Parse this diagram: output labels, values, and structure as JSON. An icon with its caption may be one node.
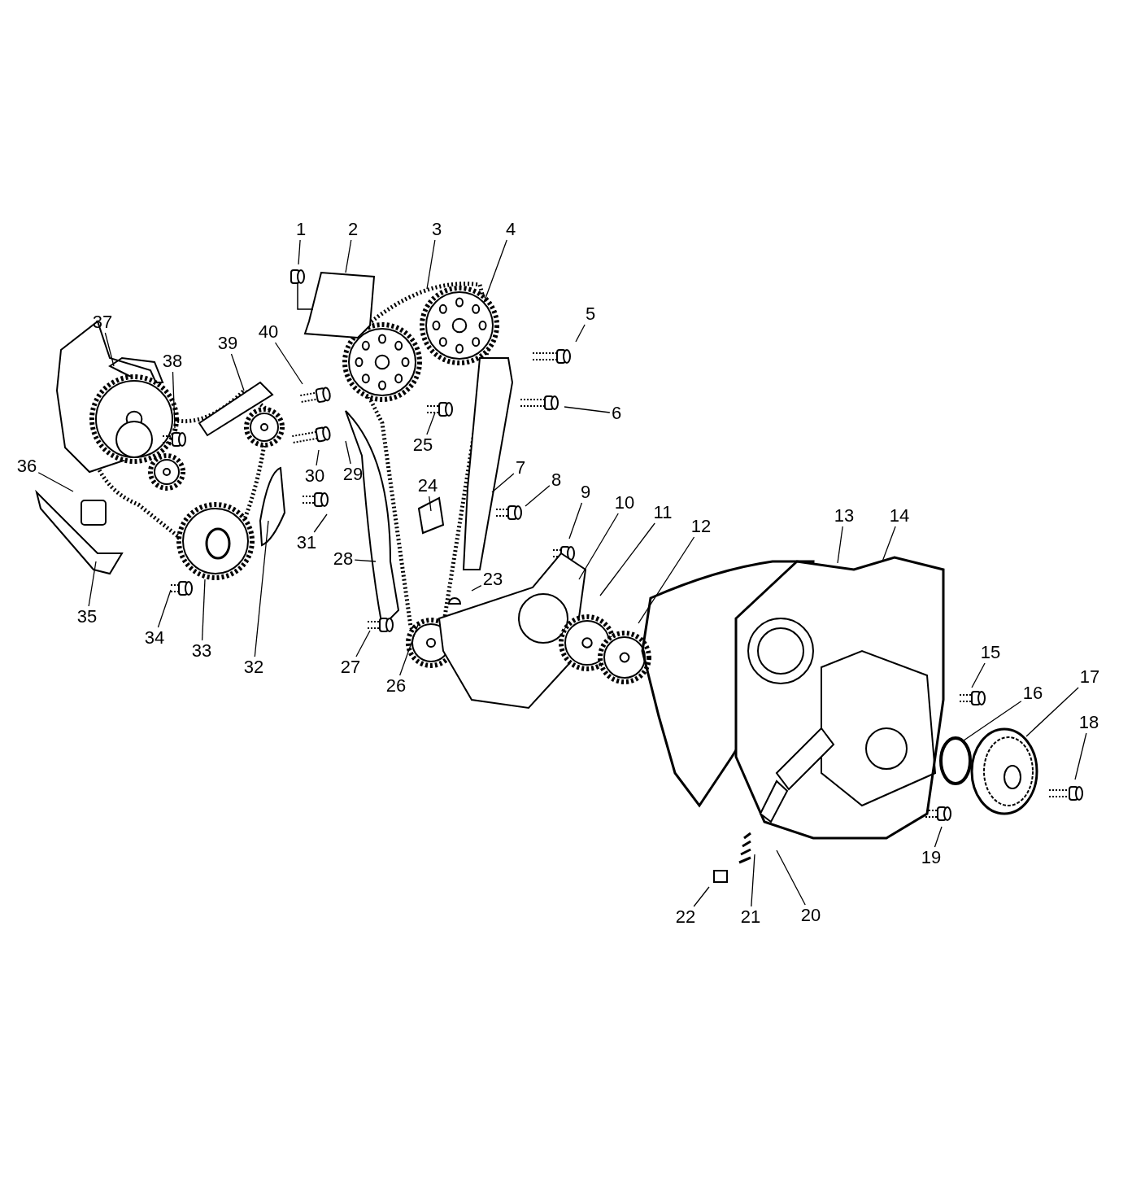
{
  "diagram": {
    "nodes": [
      {
        "text": [
          "1"
        ]
      },
      {
        "text": [
          "2"
        ]
      },
      {
        "text": [
          "3"
        ]
      },
      {
        "text": [
          "4"
        ]
      },
      {
        "text": [
          "5"
        ]
      },
      {
        "text": [
          "6"
        ]
      },
      {
        "text": [
          "7"
        ]
      },
      {
        "text": [
          "8"
        ]
      },
      {
        "text": [
          "9"
        ]
      },
      {
        "text": [
          "10"
        ]
      },
      {
        "text": [
          "11"
        ]
      },
      {
        "text": [
          "12"
        ]
      },
      {
        "text": [
          "13"
        ]
      },
      {
        "text": [
          "14"
        ]
      },
      {
        "text": [
          "15"
        ]
      },
      {
        "text": [
          "16"
        ]
      },
      {
        "text": [
          "17"
        ]
      },
      {
        "text": [
          "18"
        ]
      },
      {
        "text": [
          "19"
        ]
      },
      {
        "text": [
          "20"
        ]
      },
      {
        "text": [
          "21"
        ]
      },
      {
        "text": [
          "22"
        ]
      },
      {
        "text": [
          "23"
        ]
      },
      {
        "text": [
          "24"
        ]
      },
      {
        "text": [
          "25"
        ]
      },
      {
        "text": [
          "26"
        ]
      },
      {
        "text": [
          "27"
        ]
      },
      {
        "text": [
          "28"
        ]
      },
      {
        "text": [
          "29"
        ]
      },
      {
        "text": [
          "30"
        ]
      },
      {
        "text": [
          "31"
        ]
      },
      {
        "text": [
          "32"
        ]
      },
      {
        "text": [
          "33"
        ]
      },
      {
        "text": [
          "34"
        ]
      },
      {
        "text": [
          "35"
        ]
      },
      {
        "text": [
          "36"
        ]
      },
      {
        "text": [
          "37"
        ]
      },
      {
        "text": [
          "38"
        ]
      },
      {
        "text": [
          "39"
        ]
      },
      {
        "text": [
          "40"
        ]
      }
    ],
    "edges": [
      {
        "from": 0,
        "to": null,
        "arrow": "none"
      },
      {
        "from": 1,
        "to": null,
        "arrow": "none"
      },
      {
        "from": 2,
        "to": null,
        "arrow": "none"
      },
      {
        "from": 3,
        "to": null,
        "arrow": "none"
      },
      {
        "from": 4,
        "to": null,
        "arrow": "none"
      },
      {
        "from": 5,
        "to": null,
        "arrow": "none"
      },
      {
        "from": 6,
        "to": null,
        "arrow": "none"
      },
      {
        "from": 7,
        "to": null,
        "arrow": "none"
      },
      {
        "from": 8,
        "to": null,
        "arrow": "none"
      },
      {
        "from": 9,
        "to": null,
        "arrow": "none"
      },
      {
        "from": 10,
        "to": null,
        "arrow": "none"
      },
      {
        "from": 11,
        "to": null,
        "arrow": "none"
      },
      {
        "from": 12,
        "to": null,
        "arrow": "none"
      },
      {
        "from": 13,
        "to": null,
        "arrow": "none"
      },
      {
        "from": 14,
        "to": null,
        "arrow": "none"
      },
      {
        "from": 15,
        "to": null,
        "arrow": "none"
      },
      {
        "from": 16,
        "to": null,
        "arrow": "none"
      },
      {
        "from": 17,
        "to": null,
        "arrow": "none"
      },
      {
        "from": 18,
        "to": null,
        "arrow": "none"
      },
      {
        "from": 19,
        "to": null,
        "arrow": "none"
      },
      {
        "from": 20,
        "to": null,
        "arrow": "none"
      },
      {
        "from": 21,
        "to": null,
        "arrow": "none"
      },
      {
        "from": 22,
        "to": null,
        "arrow": "none"
      },
      {
        "from": 23,
        "to": null,
        "arrow": "none"
      },
      {
        "from": 24,
        "to": null,
        "arrow": "none"
      },
      {
        "from": 25,
        "to": null,
        "arrow": "none"
      },
      {
        "from": 26,
        "to": null,
        "arrow": "none"
      },
      {
        "from": 27,
        "to": null,
        "arrow": "none"
      },
      {
        "from": 28,
        "to": null,
        "arrow": "none"
      },
      {
        "from": 29,
        "to": null,
        "arrow": "none"
      },
      {
        "from": 30,
        "to": null,
        "arrow": "none"
      },
      {
        "from": 31,
        "to": null,
        "arrow": "none"
      },
      {
        "from": 32,
        "to": null,
        "arrow": "none"
      },
      {
        "from": 33,
        "to": null,
        "arrow": "none"
      },
      {
        "from": 34,
        "to": null,
        "arrow": "none"
      },
      {
        "from": 35,
        "to": null,
        "arrow": "none"
      },
      {
        "from": 36,
        "to": null,
        "arrow": "none"
      },
      {
        "from": 37,
        "to": null,
        "arrow": "none"
      },
      {
        "from": 38,
        "to": null,
        "arrow": "none"
      },
      {
        "from": 39,
        "to": null,
        "arrow": "none"
      }
    ]
  }
}
